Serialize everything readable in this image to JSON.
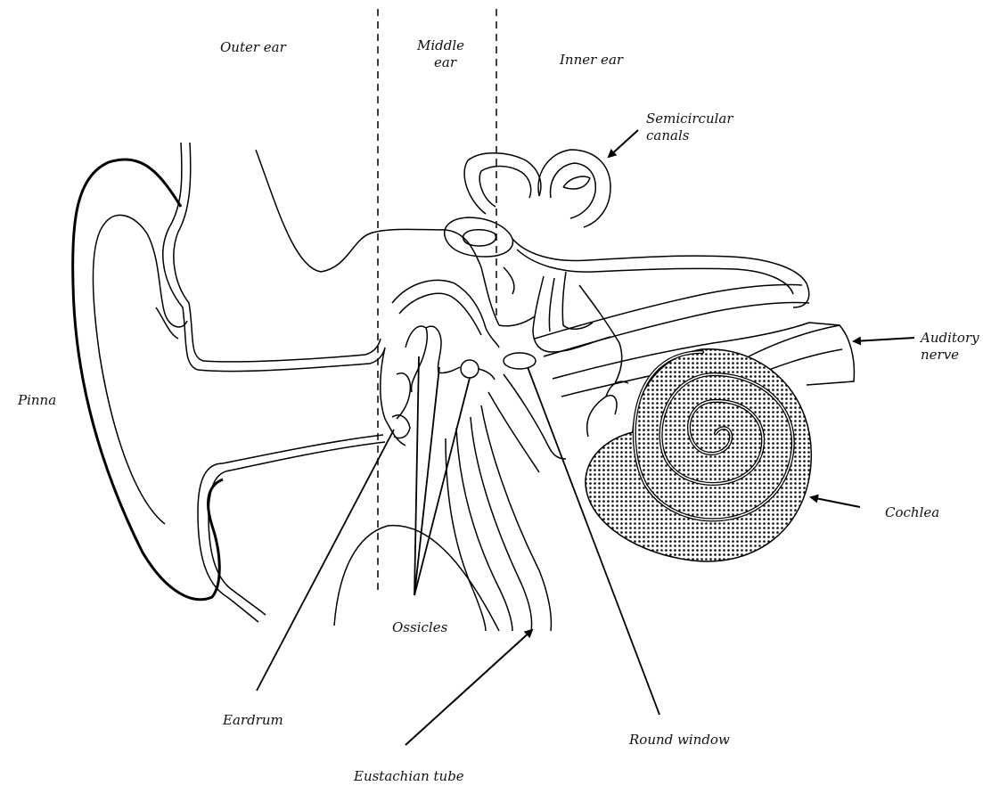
{
  "regions": {
    "outer": "Outer ear",
    "middle_line1": "Middle",
    "middle_line2": "ear",
    "inner": "Inner ear"
  },
  "labels": {
    "pinna": "Pinna",
    "semicircular_line1": "Semicircular",
    "semicircular_line2": "canals",
    "auditory_line1": "Auditory",
    "auditory_line2": "nerve",
    "cochlea": "Cochlea",
    "ossicles": "Ossicles",
    "eardrum": "Eardrum",
    "round_window": "Round window",
    "eustachian_tube": "Eustachian tube"
  },
  "colors": {
    "line": "#000000",
    "background": "#ffffff",
    "cochlea_stipple": "#000000"
  }
}
